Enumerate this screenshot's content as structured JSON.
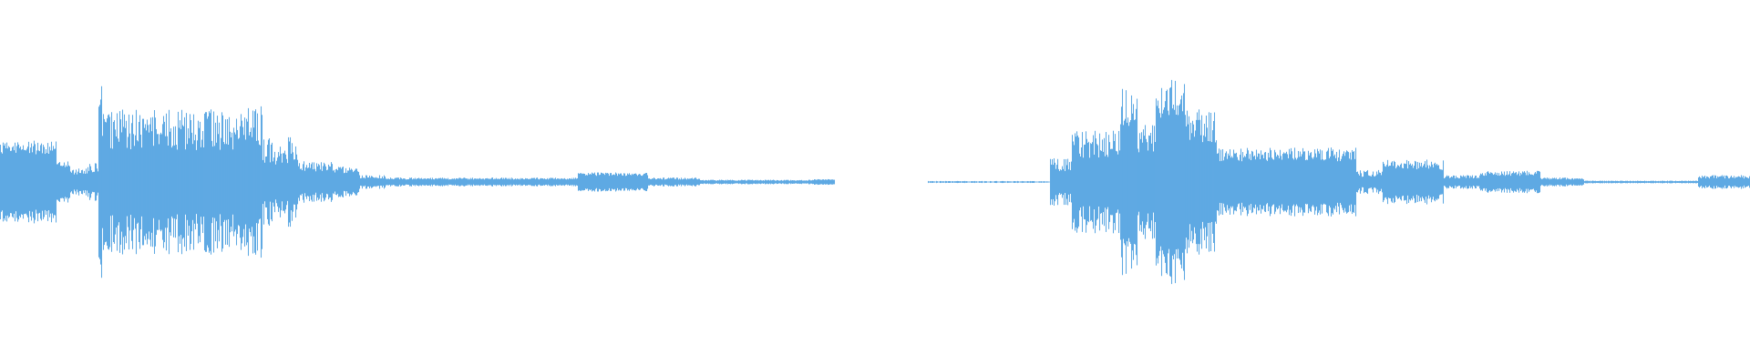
{
  "waveform": {
    "color": "#5fa9e3",
    "background": "#ffffff",
    "duration_samples": 1920,
    "segments": [
      {
        "start": 0.0,
        "end": 0.032,
        "amp": 0.2,
        "jitter": 0.04
      },
      {
        "start": 0.032,
        "end": 0.04,
        "amp": 0.1,
        "jitter": 0.02
      },
      {
        "start": 0.04,
        "end": 0.05,
        "amp": 0.06,
        "jitter": 0.02
      },
      {
        "start": 0.05,
        "end": 0.056,
        "amp": 0.08,
        "jitter": 0.03
      },
      {
        "start": 0.056,
        "end": 0.058,
        "amp": 0.5,
        "jitter": 0.08
      },
      {
        "start": 0.058,
        "end": 0.136,
        "amp": 0.3,
        "jitter": 0.12
      },
      {
        "start": 0.136,
        "end": 0.15,
        "amp": 0.32,
        "jitter": 0.12
      },
      {
        "start": 0.15,
        "end": 0.17,
        "amp": 0.18,
        "jitter": 0.08
      },
      {
        "start": 0.17,
        "end": 0.19,
        "amp": 0.09,
        "jitter": 0.03
      },
      {
        "start": 0.19,
        "end": 0.205,
        "amp": 0.07,
        "jitter": 0.02
      },
      {
        "start": 0.205,
        "end": 0.22,
        "amp": 0.03,
        "jitter": 0.01
      },
      {
        "start": 0.22,
        "end": 0.33,
        "amp": 0.02,
        "jitter": 0.006
      },
      {
        "start": 0.33,
        "end": 0.37,
        "amp": 0.045,
        "jitter": 0.01
      },
      {
        "start": 0.37,
        "end": 0.4,
        "amp": 0.02,
        "jitter": 0.006
      },
      {
        "start": 0.4,
        "end": 0.465,
        "amp": 0.01,
        "jitter": 0.003
      },
      {
        "start": 0.465,
        "end": 0.477,
        "amp": 0.015,
        "jitter": 0.003
      },
      {
        "start": 0.477,
        "end": 0.53,
        "amp": 0.0,
        "jitter": 0.0
      },
      {
        "start": 0.53,
        "end": 0.6,
        "amp": 0.004,
        "jitter": 0.002
      },
      {
        "start": 0.6,
        "end": 0.612,
        "amp": 0.1,
        "jitter": 0.04
      },
      {
        "start": 0.612,
        "end": 0.64,
        "amp": 0.22,
        "jitter": 0.08
      },
      {
        "start": 0.64,
        "end": 0.65,
        "amp": 0.44,
        "jitter": 0.12
      },
      {
        "start": 0.65,
        "end": 0.66,
        "amp": 0.25,
        "jitter": 0.08
      },
      {
        "start": 0.66,
        "end": 0.677,
        "amp": 0.48,
        "jitter": 0.12
      },
      {
        "start": 0.677,
        "end": 0.695,
        "amp": 0.32,
        "jitter": 0.1
      },
      {
        "start": 0.695,
        "end": 0.73,
        "amp": 0.16,
        "jitter": 0.04
      },
      {
        "start": 0.73,
        "end": 0.775,
        "amp": 0.16,
        "jitter": 0.04
      },
      {
        "start": 0.775,
        "end": 0.79,
        "amp": 0.05,
        "jitter": 0.02
      },
      {
        "start": 0.79,
        "end": 0.825,
        "amp": 0.1,
        "jitter": 0.03
      },
      {
        "start": 0.825,
        "end": 0.845,
        "amp": 0.03,
        "jitter": 0.01
      },
      {
        "start": 0.845,
        "end": 0.88,
        "amp": 0.05,
        "jitter": 0.015
      },
      {
        "start": 0.88,
        "end": 0.905,
        "amp": 0.02,
        "jitter": 0.006
      },
      {
        "start": 0.905,
        "end": 0.97,
        "amp": 0.006,
        "jitter": 0.002
      },
      {
        "start": 0.97,
        "end": 1.0,
        "amp": 0.03,
        "jitter": 0.01
      }
    ]
  }
}
